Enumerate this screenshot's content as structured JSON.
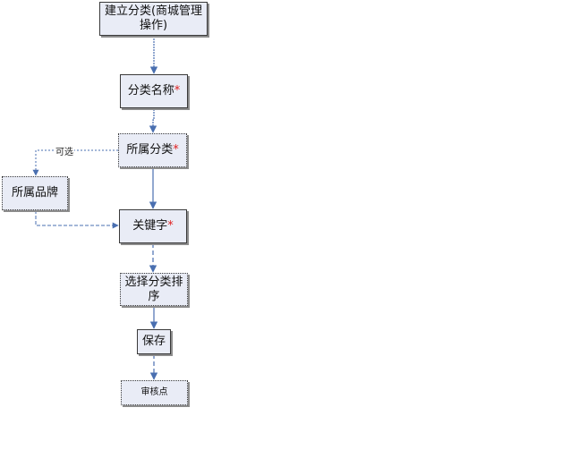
{
  "nodes": {
    "create_category": "建立分类(商城管理操作)",
    "category_name": "分类名称",
    "parent_category": "所属分类",
    "brand": "所属品牌",
    "keyword": "关键字",
    "sort_order": "选择分类排序",
    "save": "保存",
    "review_point": "审核点"
  },
  "required_mark": "*",
  "edge_labels": {
    "optional": "可选"
  },
  "colors": {
    "box_fill": "#e9ecf6",
    "connector": "#4a6fb0",
    "required": "#e02020"
  }
}
